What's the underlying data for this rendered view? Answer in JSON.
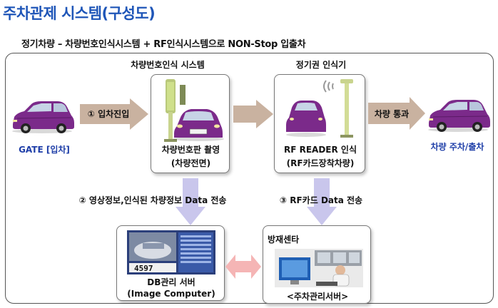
{
  "title": "주차관제 시스템(구성도)",
  "subtitle": "정기차량 – 차량번호인식시스템 + RF인식시스템으로 NON-Stop 입출차",
  "gate": {
    "label": "GATE [입차]"
  },
  "arrow_entry": {
    "label": "① 입차진입"
  },
  "lpr": {
    "heading": "차량번호인식 시스템",
    "line1": "차량번호판 촬영",
    "line2": "(차량전면)"
  },
  "rf": {
    "heading": "정기권 인식기",
    "line1": "RF READER 인식",
    "line2": "(RF카드장착차량)"
  },
  "arrow_pass": {
    "label": "차량 통과"
  },
  "exit": {
    "label": "차량 주차/출차"
  },
  "flow_video": {
    "label": "② 영상정보,인식된 차량정보 Data 전송"
  },
  "flow_rf": {
    "label": "③ RF카드 Data 전송"
  },
  "db": {
    "line1": "DB관리 서버",
    "line2": "(Image Computer)",
    "plate_text": "4597"
  },
  "center": {
    "heading": "방재센타",
    "label": "<주차관리서버>"
  },
  "colors": {
    "title": "#1f56b8",
    "car": "#7b2a8a",
    "arrow_tan": "#c9b2a0",
    "arrow_lavender": "#c9c6ec",
    "arrow_pink": "#f5b5b5"
  }
}
